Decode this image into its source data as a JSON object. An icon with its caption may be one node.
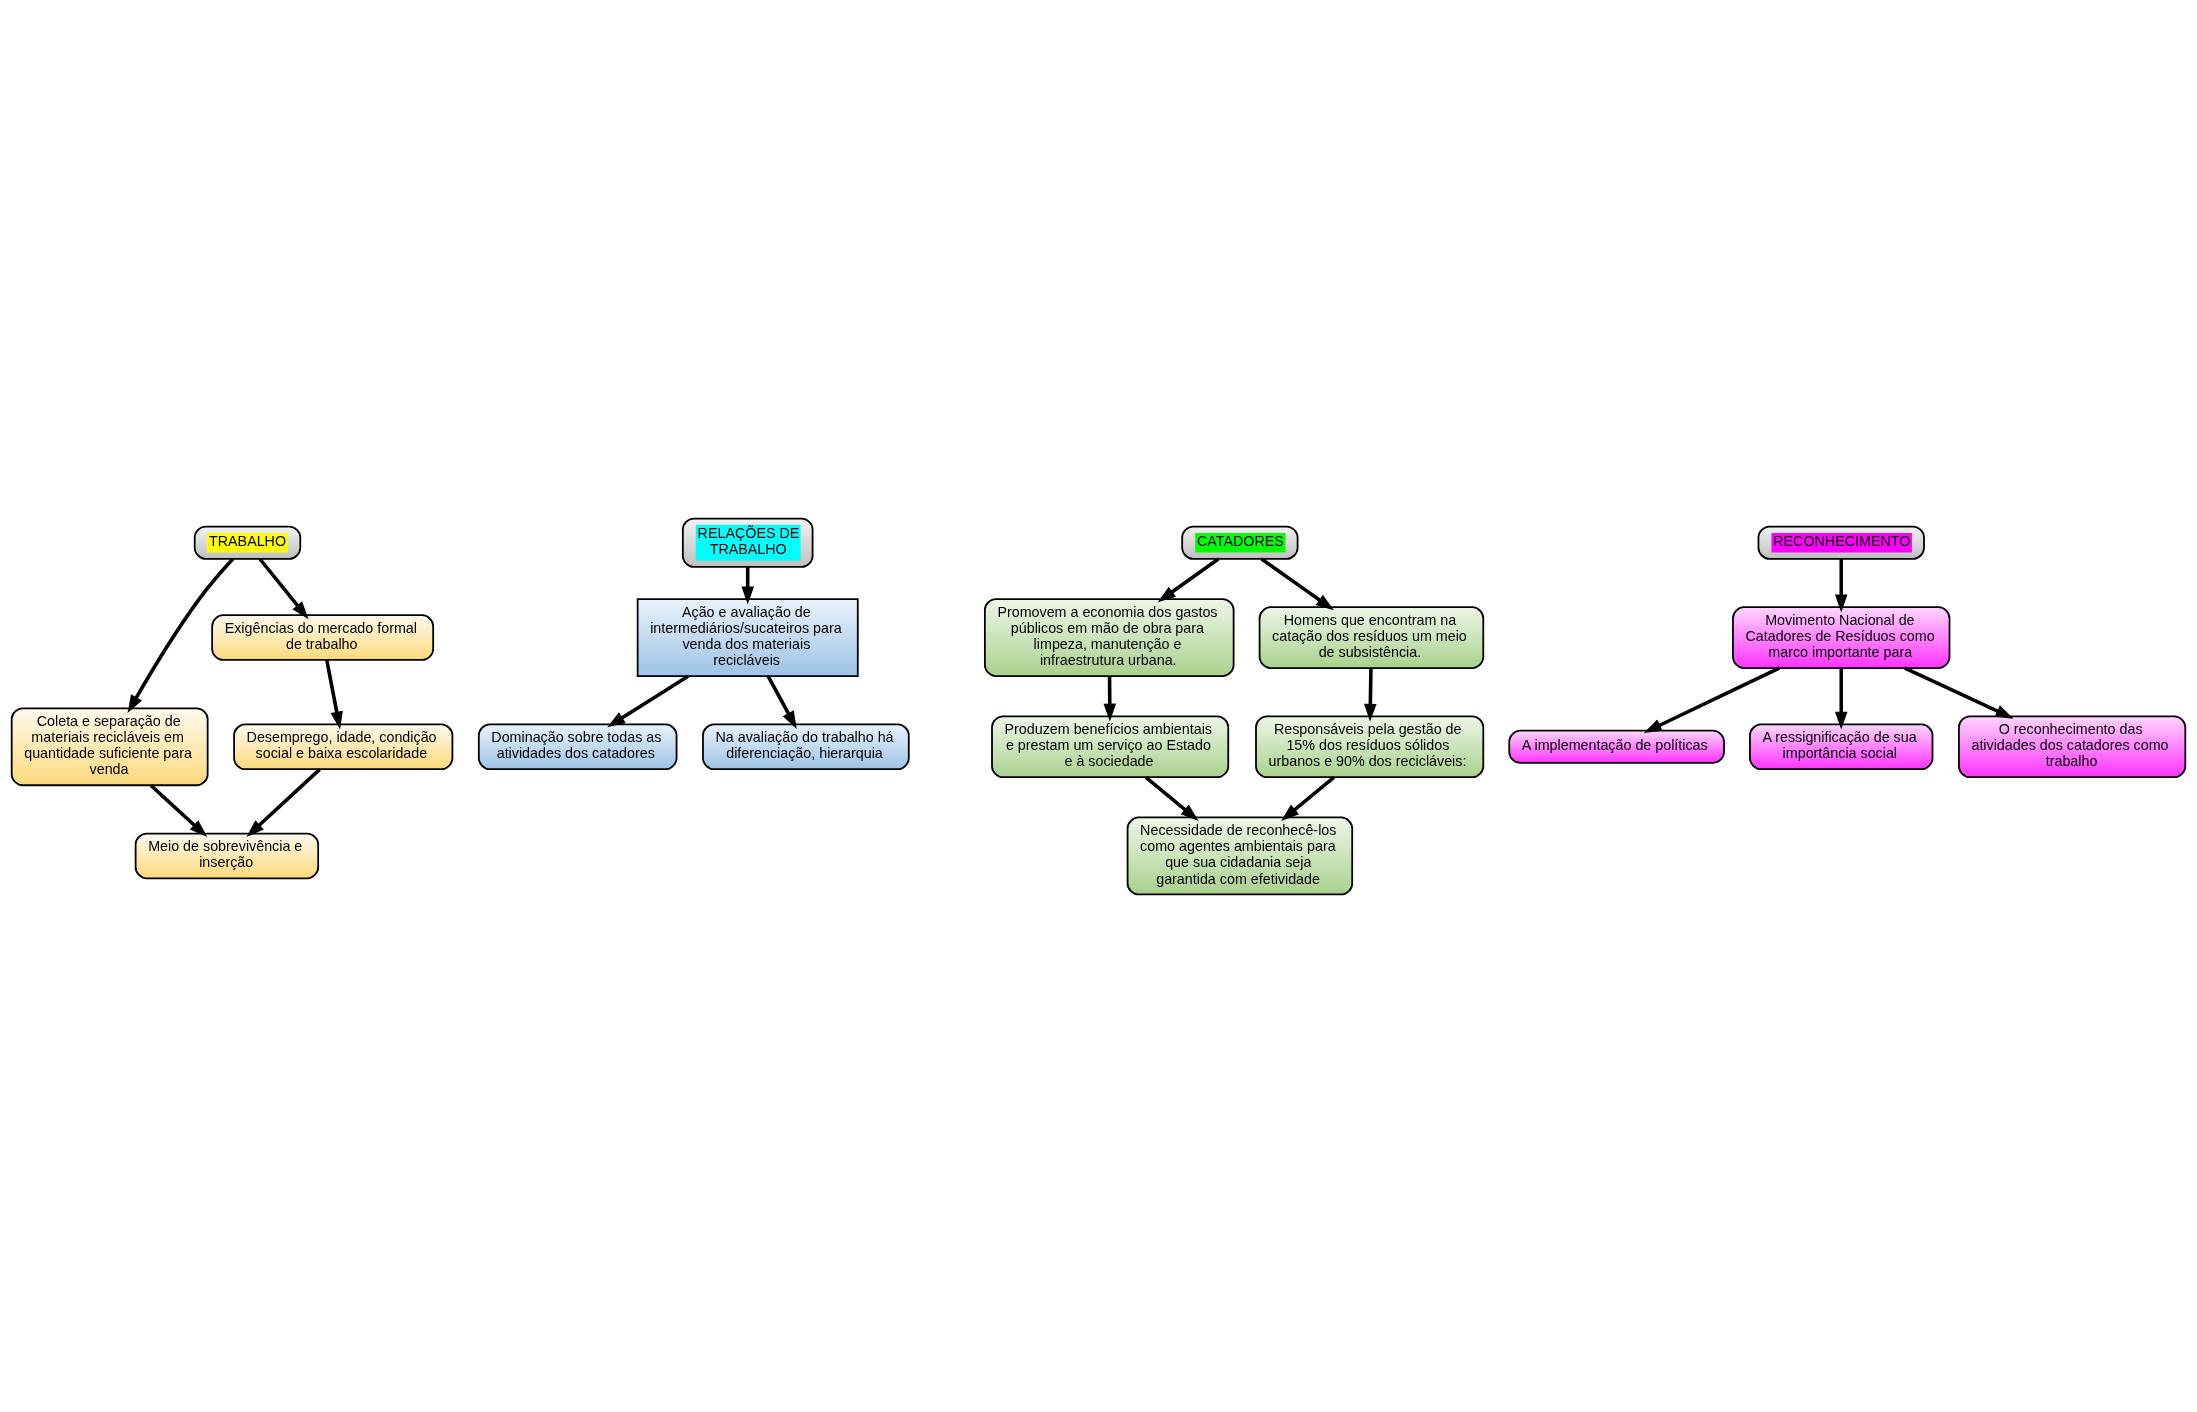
{
  "diagram": {
    "nodes": [
      {
        "text": [
          "TRABALHO"
        ]
      },
      {
        "text": [
          "Coleta e separação de materiais recicláveis em quantidade suficiente para venda"
        ]
      },
      {
        "text": [
          "Exigências do mercado formal de trabalho"
        ]
      },
      {
        "text": [
          "Desemprego, idade, condição social e baixa escolaridade"
        ]
      },
      {
        "text": [
          "Meio de sobrevivência e inserção"
        ]
      },
      {
        "text": [
          "RELAÇÕES DE TRABALHO"
        ]
      },
      {
        "text": [
          "Dominação sobre todas as atividades dos catadores"
        ]
      },
      {
        "text": [
          "Ação e avaliação de intermediários/sucateiros para venda dos materiais recicláveis"
        ]
      },
      {
        "text": [
          "Na avaliação do trabalho há diferenciação, hierarquia"
        ]
      },
      {
        "text": [
          "CATADORES"
        ]
      },
      {
        "text": [
          "Promovem a economia dos gastos públicos em mão de obra para limpeza, manutenção e infraestrutura urbana."
        ]
      },
      {
        "text": [
          "Homens que encontram na catação dos resíduos um meio de subsistência."
        ]
      },
      {
        "text": [
          "Produzem benefícios ambientais e prestam um serviço ao Estado e à sociedade"
        ]
      },
      {
        "text": [
          "Responsáveis pela gestão de 15% dos resíduos sólidos urbanos e 90% dos recicláveis:"
        ]
      },
      {
        "text": [
          "Necessidade de reconhecê-los como agentes ambientais para que sua cidadania seja garantida com efetividade"
        ]
      },
      {
        "text": [
          "RECONHECIMENTO"
        ]
      },
      {
        "text": [
          "Movimento Nacional de Catadores de Resíduos como marco importante para"
        ]
      },
      {
        "text": [
          "A implementação de políticas"
        ]
      },
      {
        "text": [
          "A ressignificação de sua importância social"
        ]
      },
      {
        "text": [
          "O reconhecimento das atividades dos catadores como trabalho"
        ]
      }
    ],
    "edges": [
      {
        "from": 0,
        "to": 2,
        "arrow": "to"
      },
      {
        "from": 0,
        "to": 1,
        "arrow": "to"
      },
      {
        "from": 1,
        "to": 4,
        "arrow": "to"
      },
      {
        "from": 2,
        "to": 3,
        "arrow": "to"
      },
      {
        "from": 3,
        "to": 4,
        "arrow": "to"
      },
      {
        "from": 5,
        "to": 7,
        "arrow": "to"
      },
      {
        "from": 7,
        "to": 6,
        "arrow": "to"
      },
      {
        "from": 7,
        "to": 8,
        "arrow": "to"
      },
      {
        "from": 9,
        "to": 10,
        "arrow": "to"
      },
      {
        "from": 9,
        "to": 11,
        "arrow": "to"
      },
      {
        "from": 10,
        "to": 12,
        "arrow": "to"
      },
      {
        "from": 11,
        "to": 13,
        "arrow": "to"
      },
      {
        "from": 12,
        "to": 14,
        "arrow": "to"
      },
      {
        "from": 13,
        "to": 14,
        "arrow": "to"
      },
      {
        "from": 15,
        "to": 16,
        "arrow": "to"
      },
      {
        "from": 16,
        "to": 17,
        "arrow": "to"
      },
      {
        "from": 16,
        "to": 18,
        "arrow": "to"
      },
      {
        "from": 16,
        "to": 19,
        "arrow": "to"
      }
    ]
  }
}
